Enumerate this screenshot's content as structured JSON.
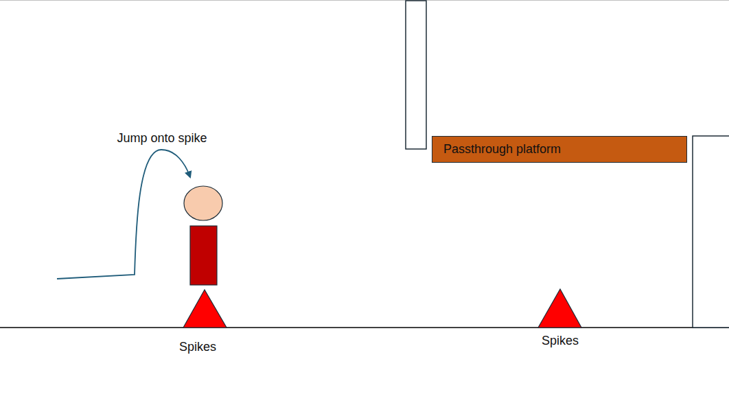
{
  "diagram": {
    "nodes": [
      {
        "text": [
          "Passthrough platform"
        ]
      }
    ],
    "labels": [
      "Jump onto spike",
      "Spikes",
      "Spikes"
    ]
  }
}
